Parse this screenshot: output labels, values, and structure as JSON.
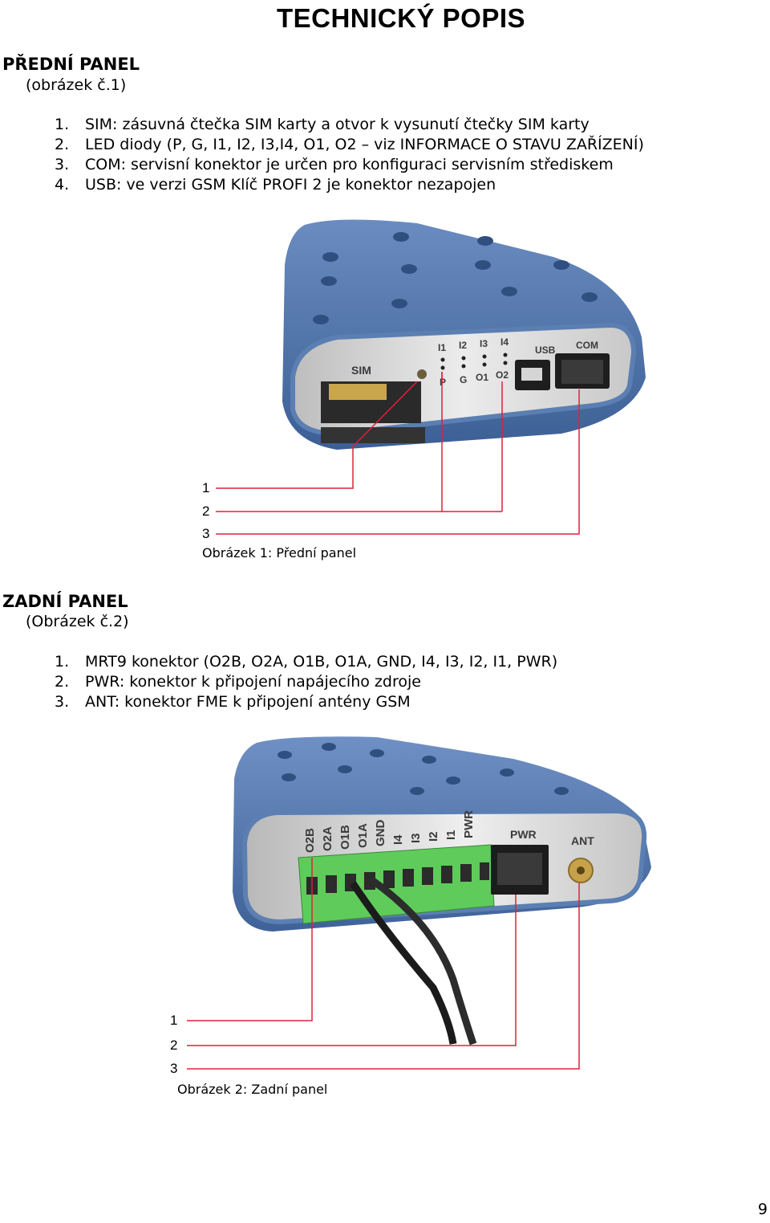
{
  "page_title": "TECHNICKÝ POPIS",
  "front": {
    "heading": "PŘEDNÍ PANEL",
    "subheading": "(obrázek č.1)",
    "items": [
      {
        "num": "1.",
        "text": "SIM: zásuvná čtečka SIM karty a otvor k vysunutí čtečky SIM karty"
      },
      {
        "num": "2.",
        "text": "LED diody (P, G, I1, I2, I3,I4, O1, O2 – viz INFORMACE O STAVU ZAŘÍZENÍ)"
      },
      {
        "num": "3.",
        "text": "COM: servisní konektor je určen pro konfiguraci servisním střediskem"
      },
      {
        "num": "4.",
        "text": "USB: ve verzi GSM Klíč PROFI 2 je konektor nezapojen"
      }
    ],
    "figure": {
      "caption": "Obrázek 1: Přední panel",
      "callouts": [
        "1",
        "2",
        "3"
      ],
      "labels": {
        "sim": "SIM",
        "i1": "I1",
        "i2": "I2",
        "i3": "I3",
        "i4": "I4",
        "p": "P",
        "g": "G",
        "o1": "O1",
        "o2": "O2",
        "usb": "USB",
        "com": "COM"
      }
    }
  },
  "rear": {
    "heading": "ZADNÍ PANEL",
    "subheading": "(Obrázek č.2)",
    "items": [
      {
        "num": "1.",
        "text": "MRT9 konektor (O2B, O2A, O1B, O1A, GND, I4, I3, I2, I1, PWR)"
      },
      {
        "num": "2.",
        "text": "PWR: konektor k připojení napájecího zdroje"
      },
      {
        "num": "3.",
        "text": "ANT: konektor FME k připojení antény GSM"
      }
    ],
    "figure": {
      "caption": "Obrázek 2: Zadní panel",
      "callouts": [
        "1",
        "2",
        "3"
      ],
      "terminal_labels": [
        "O2B",
        "O2A",
        "O1B",
        "O1A",
        "GND",
        "I4",
        "I3",
        "I2",
        "I1",
        "PWR"
      ],
      "labels": {
        "pwr": "PWR",
        "ant": "ANT"
      }
    }
  },
  "page_number": "9",
  "colors": {
    "callout_line": "#e0203a",
    "device_blue": "#4f74a8",
    "panel_silver": "#d7d7d7",
    "terminal_green": "#5ecb5a"
  }
}
